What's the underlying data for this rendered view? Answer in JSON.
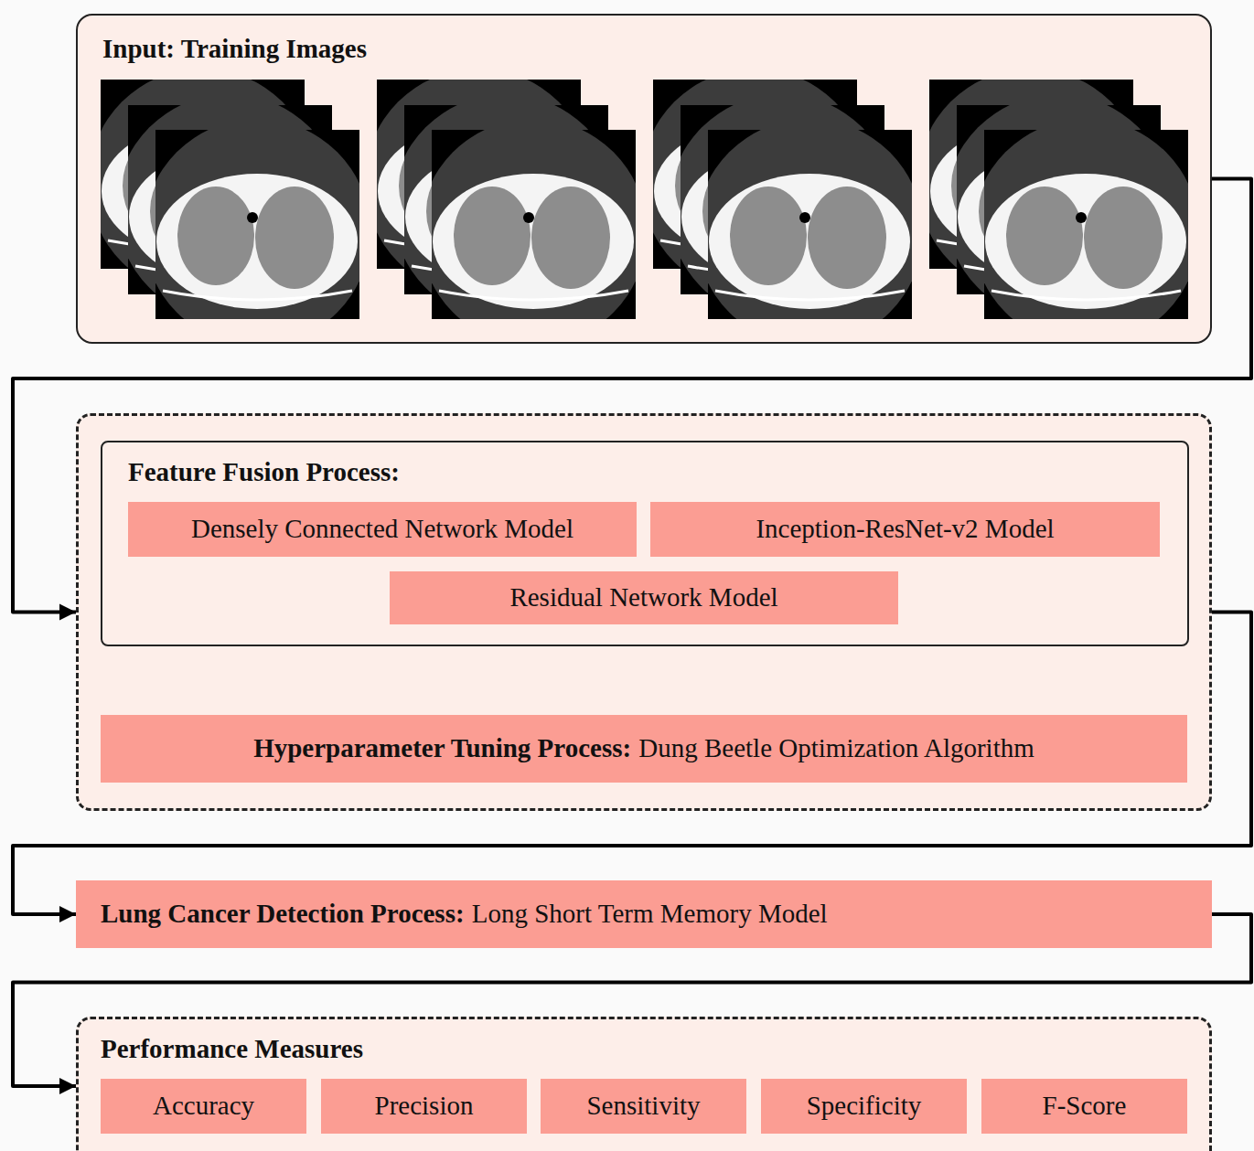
{
  "diagram": {
    "nodes": [
      {
        "text": [
          "Input: Training Images"
        ]
      },
      {
        "text": []
      },
      {
        "text": [
          "Feature Fusion Process:"
        ],
        "in": 1
      },
      {
        "text": [
          "Densely Connected Network Model"
        ],
        "in": 2
      },
      {
        "text": [
          "Inception-ResNet-v2 Model"
        ],
        "in": 2
      },
      {
        "text": [
          "Residual Network Model"
        ],
        "in": 2
      },
      {
        "text": [
          "Hyperparameter Tuning Process:",
          "Dung Beetle Optimization Algorithm"
        ],
        "in": 1
      },
      {
        "text": [
          "Lung Cancer Detection Process:",
          "Long Short Term Memory Model"
        ]
      },
      {
        "text": [
          "Performance Measures"
        ]
      },
      {
        "text": [
          "Accuracy"
        ],
        "in": 8
      },
      {
        "text": [
          "Precision"
        ],
        "in": 8
      },
      {
        "text": [
          "Sensitivity"
        ],
        "in": 8
      },
      {
        "text": [
          "Specificity"
        ],
        "in": 8
      },
      {
        "text": [
          "F-Score"
        ],
        "in": 8
      }
    ],
    "edges": [
      {
        "from": 0,
        "to": 1,
        "arrow": "to"
      },
      {
        "from": 6,
        "to": 2,
        "arrow": "to"
      },
      {
        "from": 1,
        "to": 7,
        "arrow": "to"
      },
      {
        "from": 7,
        "to": 8,
        "arrow": "to"
      }
    ]
  }
}
